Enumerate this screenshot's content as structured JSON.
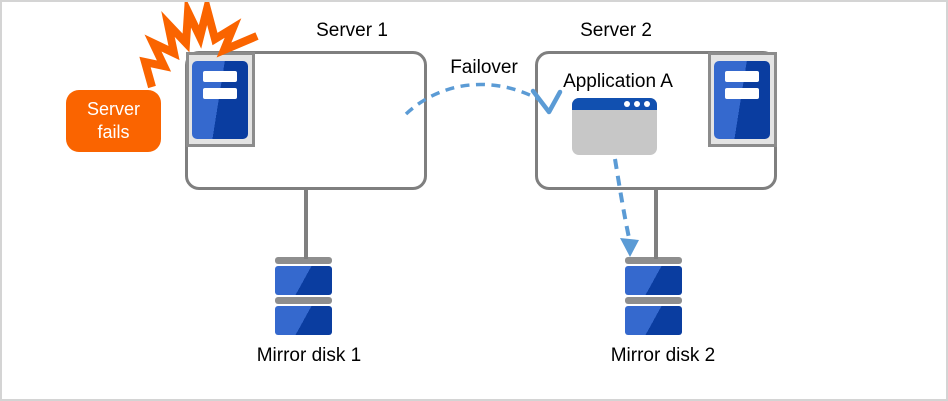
{
  "labels": {
    "server1": "Server 1",
    "server2": "Server 2",
    "failover": "Failover",
    "application": "Application A",
    "server_fails": "Server\nfails",
    "mirror_disk1": "Mirror disk 1",
    "mirror_disk2": "Mirror disk 2"
  },
  "colors": {
    "burst_orange": "#fa6400",
    "badge_orange": "#fa6400",
    "tower_blue_light": "#3569ce",
    "tower_blue_dark": "#0a3da0",
    "titlebar_blue": "#1150b0",
    "arrow_blue": "#5b9bd5",
    "box_outline_gray": "#7f7f7f",
    "disk_bar_gray": "#8e8e8e",
    "app_body_gray": "#c7c7c7",
    "icon_bg_gray": "#e4e4e4"
  },
  "icons": {
    "burst": "explosion-burst-icon",
    "server_tower": "server-tower-icon",
    "app_window": "application-window-icon",
    "mirror_disk": "mirror-disk-icon"
  }
}
